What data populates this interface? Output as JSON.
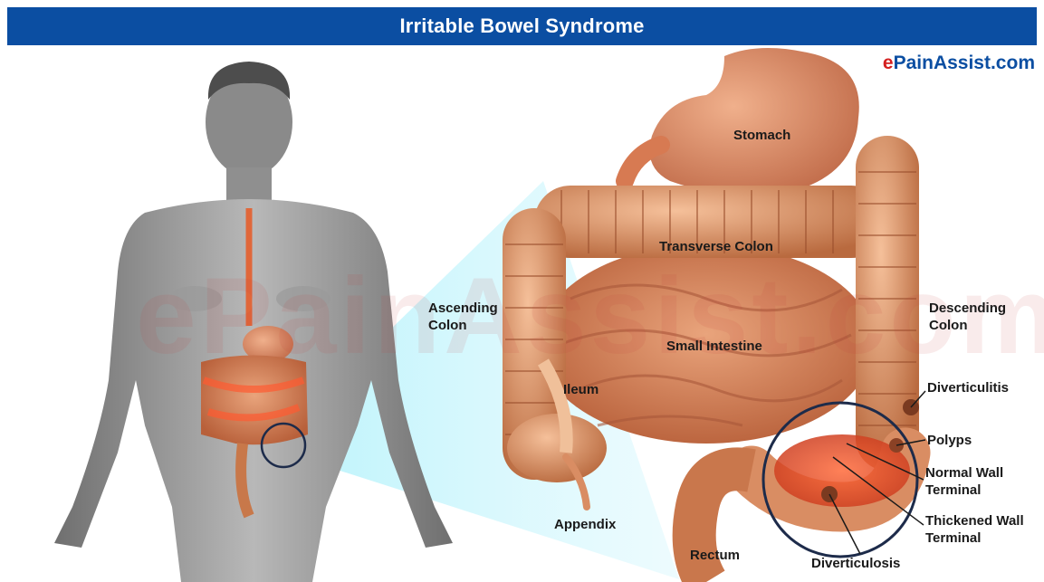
{
  "header": {
    "title": "Irritable Bowel Syndrome"
  },
  "brand": {
    "prefix": "e",
    "name": "PainAssist.com"
  },
  "watermark": "ePainAssist.com",
  "labels": {
    "stomach": "Stomach",
    "transverse_colon": "Transverse Colon",
    "ascending_colon_1": "Ascending",
    "ascending_colon_2": "Colon",
    "descending_colon_1": "Descending",
    "descending_colon_2": "Colon",
    "small_intestine": "Small Intestine",
    "ileum": "Ileum",
    "diverticulitis": "Diverticulitis",
    "polyps": "Polyps",
    "normal_wall_1": "Normal Wall",
    "normal_wall_2": "Terminal",
    "thickened_wall_1": "Thickened Wall",
    "thickened_wall_2": "Terminal",
    "appendix": "Appendix",
    "rectum": "Rectum",
    "diverticulosis": "Diverticulosis"
  },
  "colors": {
    "banner": "#0b4ea2",
    "brand_red": "#d42020",
    "body_gray": "#8d8d8d",
    "intestine": "#d98d63",
    "highlight": "#e8502a",
    "beam": "#8fe6f5"
  }
}
